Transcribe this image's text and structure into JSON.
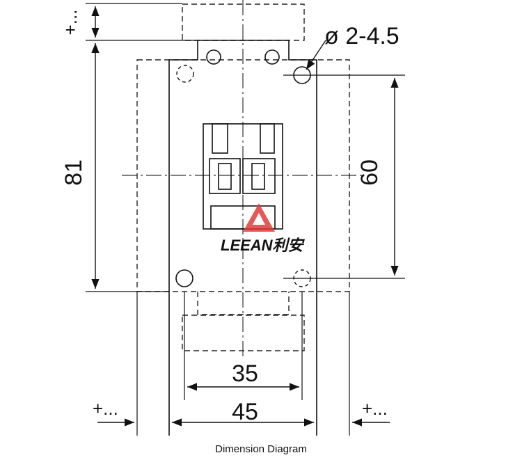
{
  "labels": {
    "hole": "ø 2-4.5",
    "height_total": "81",
    "hole_spacing_vertical": "60",
    "inner_width": "35",
    "outer_width": "45",
    "tol_top": "+...",
    "tol_left": "+...",
    "tol_right": "+..."
  },
  "caption": "Dimension Diagram",
  "watermark": {
    "text": "LEEAN利安",
    "color": "#e03c3c"
  }
}
